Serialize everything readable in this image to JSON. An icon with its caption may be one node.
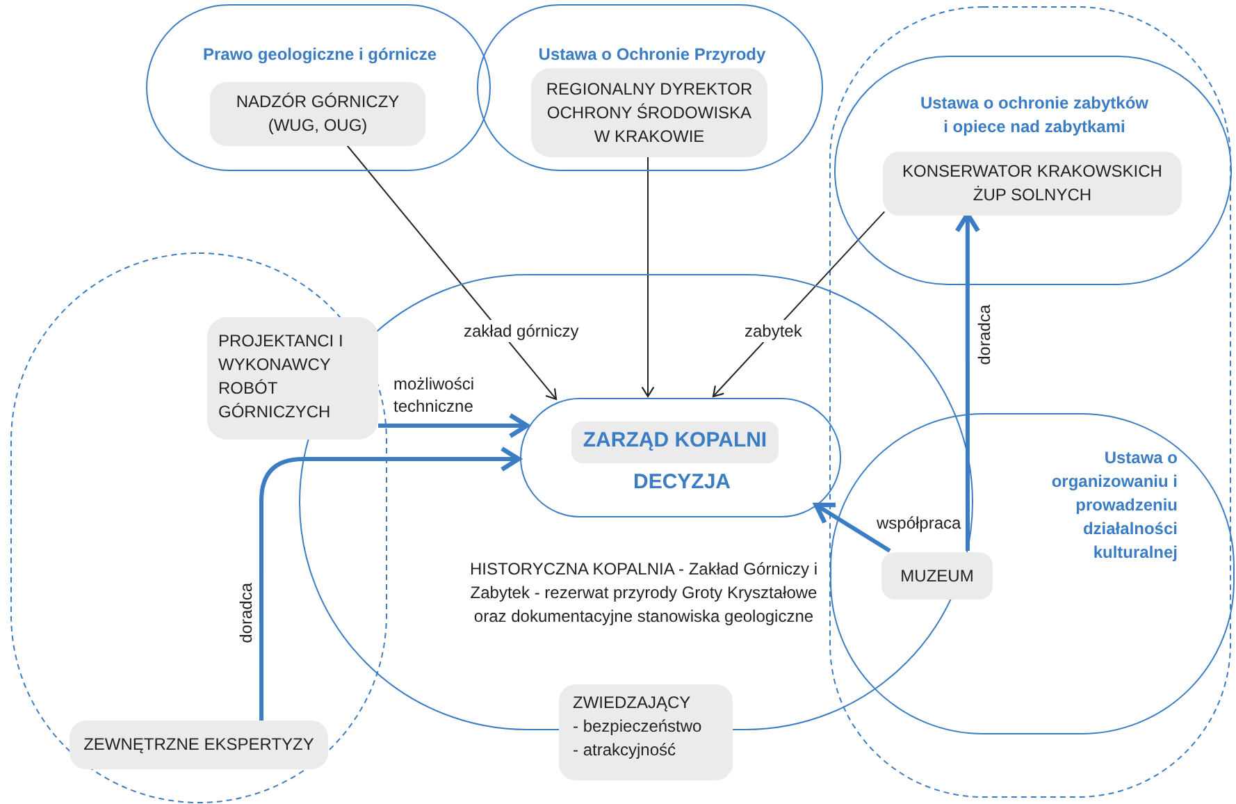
{
  "diagram": {
    "nodes": [
      {
        "text": [
          "Prawo geologiczne i górnicze"
        ]
      },
      {
        "text": [
          "NADZÓR GÓRNICZY (WUG, OUG)"
        ],
        "in": 0
      },
      {
        "text": [
          "Ustawa o Ochronie Przyrody"
        ]
      },
      {
        "text": [
          "REGIONALNY DYREKTOR OCHRONY ŚRODOWISKA W KRAKOWIE"
        ],
        "in": 2
      },
      {
        "text": [
          "Ustawa o ochronie zabytków i opiece nad zabytkami"
        ]
      },
      {
        "text": [
          "KONSERWATOR KRAKOWSKICH ŻUP SOLNYCH"
        ],
        "in": 4
      },
      {
        "text": [
          "HISTORYCZNA KOPALNIA - Zakład Górniczy i Zabytek - rezerwat przyrody Groty Kryształowe oraz dokumentacyjne stanowiska geologiczne"
        ]
      },
      {
        "text": [
          "DECYZJA"
        ],
        "in": 6
      },
      {
        "text": [
          "ZARZĄD KOPALNI"
        ],
        "in": 7
      },
      {
        "text": [
          "Ustawa o organizowaniu i prowadzeniu działalności kulturalnej"
        ]
      },
      {
        "text": [
          "MUZEUM"
        ],
        "in": 9
      },
      {
        "text": [
          "PROJEKTANCI I WYKONAWCY ROBÓT GÓRNICZYCH"
        ]
      },
      {
        "text": [
          "ZEWNĘTRZNE EKSPERTYZY"
        ]
      },
      {
        "text": [
          "ZWIEDZAJĄCY",
          "- bezpieczeństwo",
          "- atrakcyjność"
        ]
      }
    ],
    "edges": [
      {
        "from": 1,
        "to": 7,
        "arrow": "to",
        "label": "zakład górniczy",
        "color": "#222222"
      },
      {
        "from": 3,
        "to": 7,
        "arrow": "to",
        "color": "#222222"
      },
      {
        "from": 5,
        "to": 7,
        "arrow": "to",
        "label": "zabytek",
        "color": "#222222"
      },
      {
        "from": 11,
        "to": 7,
        "arrow": "to",
        "label": "możliwości techniczne"
      },
      {
        "from": 12,
        "to": 7,
        "arrow": "to",
        "label": "doradca"
      },
      {
        "from": 10,
        "to": 7,
        "arrow": "to",
        "label": "współpraca"
      },
      {
        "from": 10,
        "to": 5,
        "arrow": "to",
        "label": "doradca"
      }
    ]
  }
}
